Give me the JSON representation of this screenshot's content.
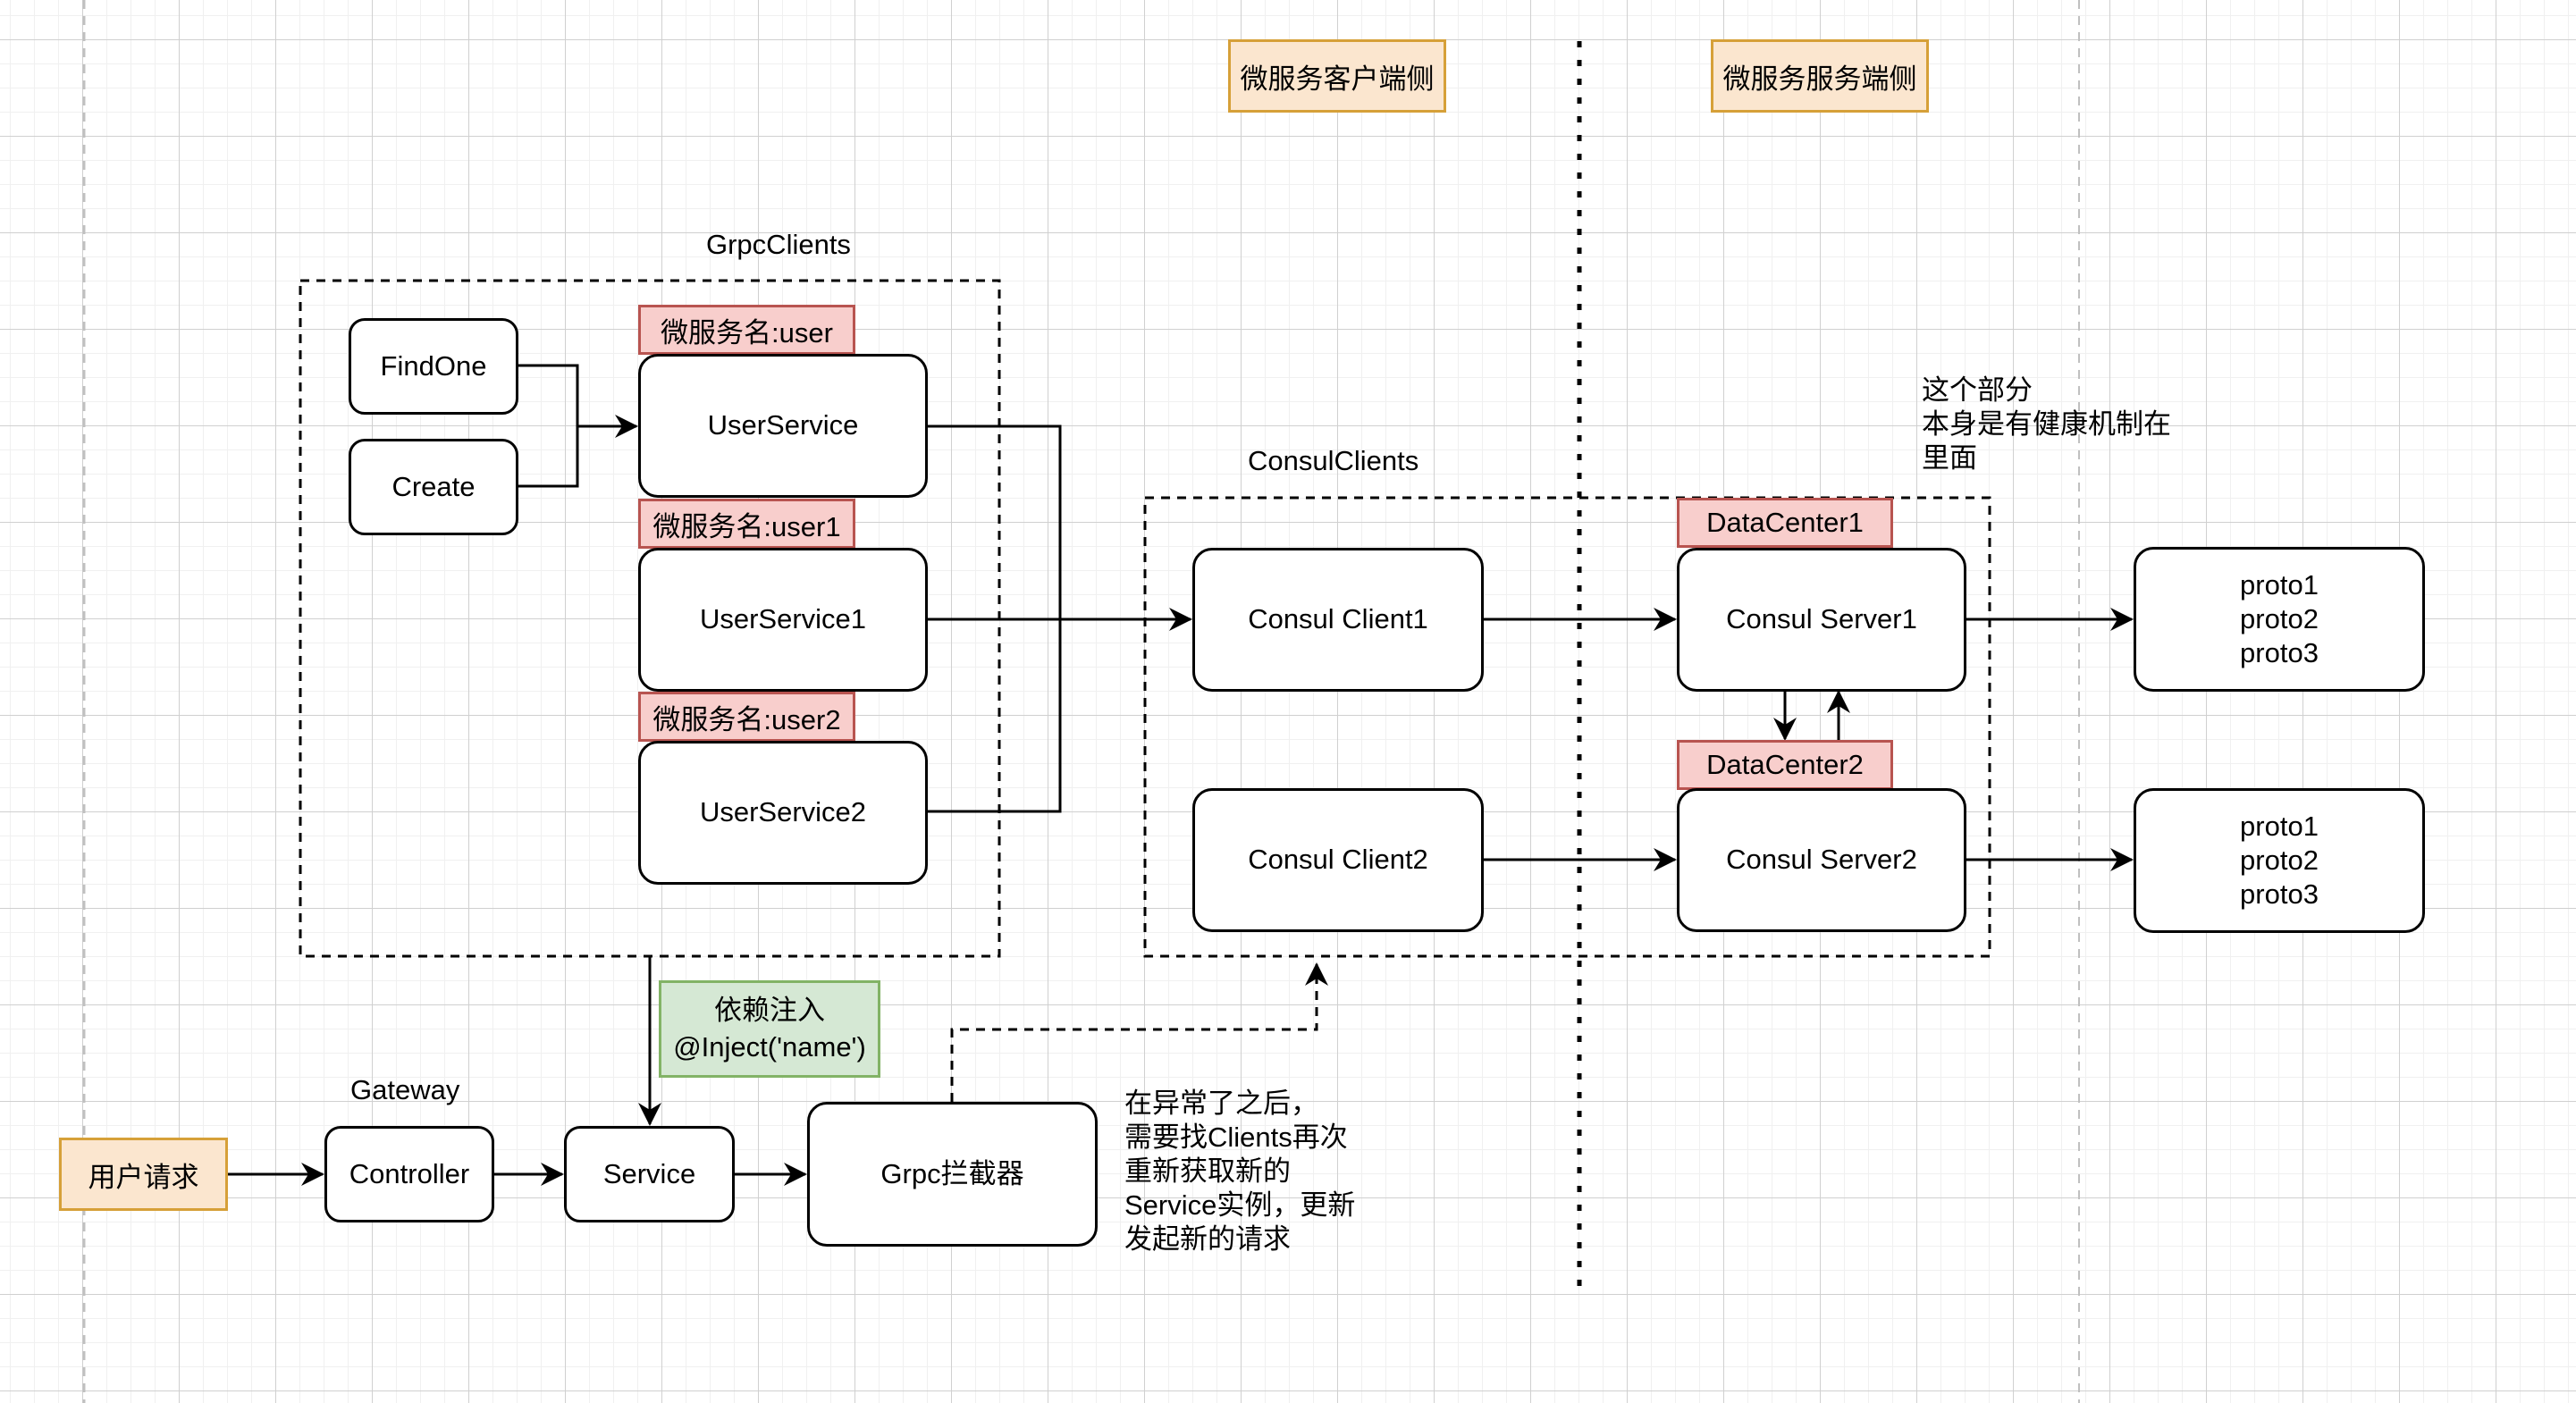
{
  "canvas": {
    "background": "#ffffff",
    "grid_major": "#d0d0d0",
    "grid_minor": "#f0f0f0"
  },
  "colors": {
    "tag_fill": "#f8cecc",
    "tag_border": "#b85450",
    "header_fill": "#fbe6cf",
    "header_border": "#d6a038",
    "inject_fill": "#d5e8d4",
    "inject_border": "#82b366"
  },
  "headers": {
    "client_side": "微服务客户端侧",
    "server_side": "微服务服务端侧"
  },
  "grpc_clients": {
    "title": "GrpcClients",
    "methods": [
      "FindOne",
      "Create"
    ],
    "services": [
      {
        "tag": "微服务名:user",
        "name": "UserService"
      },
      {
        "tag": "微服务名:user1",
        "name": "UserService1"
      },
      {
        "tag": "微服务名:user2",
        "name": "UserService2"
      }
    ]
  },
  "consul_clients": {
    "title": "ConsulClients",
    "clients": [
      "Consul Client1",
      "Consul Client2"
    ],
    "servers": [
      {
        "tag": "DataCenter1",
        "name": "Consul Server1"
      },
      {
        "tag": "DataCenter2",
        "name": "Consul Server2"
      }
    ]
  },
  "protos": [
    "proto1\nproto2\nproto3",
    "proto1\nproto2\nproto3"
  ],
  "health_note": "这个部分\n本身是有健康机制在\n里面",
  "gateway": {
    "title": "Gateway",
    "user_request": "用户请求",
    "controller": "Controller",
    "service": "Service",
    "interceptor": "Grpc拦截器"
  },
  "injection": {
    "line1": "依赖注入",
    "line2": "@Inject('name')"
  },
  "retry_note": "在异常了之后，\n需要找Clients再次\n重新获取新的\nService实例，更新\n发起新的请求"
}
